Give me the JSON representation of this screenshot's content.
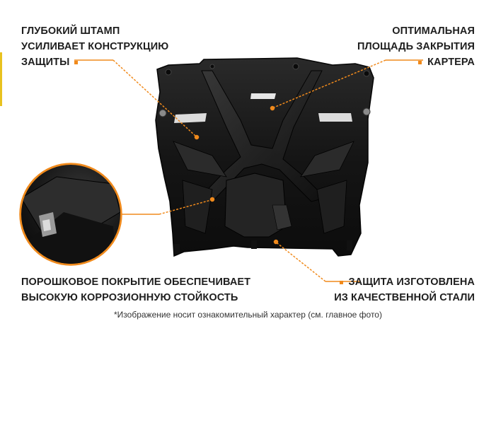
{
  "labels": {
    "stamp": [
      "ГЛУБОКИЙ ШТАМП",
      "УСИЛИВАЕТ КОНСТРУКЦИЮ",
      "ЗАЩИТЫ"
    ],
    "area": [
      "ОПТИМАЛЬНАЯ",
      "ПЛОЩАДЬ ЗАКРЫТИЯ",
      "КАРТЕРА"
    ],
    "coating": [
      "ПОРОШКОВОЕ ПОКРЫТИЕ ОБЕСПЕЧИВАЕТ",
      "ВЫСОКУЮ КОРРОЗИОННУЮ СТОЙКОСТЬ"
    ],
    "steel": [
      "ЗАЩИТА ИЗГОТОВЛЕНА",
      "ИЗ КАЧЕСТВЕННОЙ СТАЛИ"
    ]
  },
  "note": "*Изображение носит ознакомительный характер (см. главное фото)",
  "colors": {
    "accent": "#f08a1c",
    "plate": "#151515",
    "background": "#ffffff"
  }
}
